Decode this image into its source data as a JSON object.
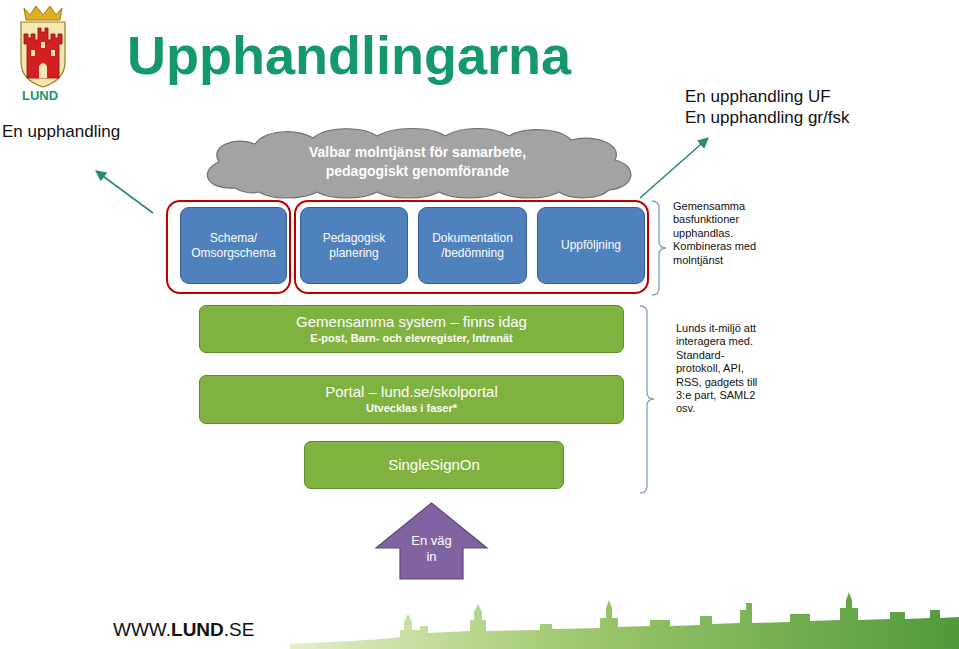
{
  "diagram": {
    "title": "Upphandlingarna",
    "nodes": [
      {
        "text": [
          "Valbar molntjänst för samarbete, pedagogiskt genomförande"
        ]
      },
      {
        "text": [
          "Schema/ Omsorgschema"
        ]
      },
      {
        "text": [
          "Pedagogisk planering"
        ]
      },
      {
        "text": [
          "Dokumentation /bedömning"
        ]
      },
      {
        "text": [
          "Uppföljning"
        ]
      },
      {
        "text": [
          "Gemensamma system – finns idag",
          "E-post, Barn- och elevregister, Intranät"
        ]
      },
      {
        "text": [
          "Portal – lund.se/skolportal",
          "Utvecklas i faser*"
        ]
      },
      {
        "text": [
          "SingleSignOn"
        ]
      },
      {
        "text": [
          "En väg in"
        ]
      }
    ],
    "labels": [
      "LUND",
      "En upphandling",
      "En upphandling UF",
      "En upphandling gr/fsk",
      "Gemensamma basfunktioner upphandlas. Kombineras med molntjänst",
      "Lunds it-miljö att interagera med. Standard- protokoll, API, RSS, gadgets till 3:e part, SAML2 osv.",
      "WWW.",
      "LUND",
      ".SE"
    ]
  }
}
